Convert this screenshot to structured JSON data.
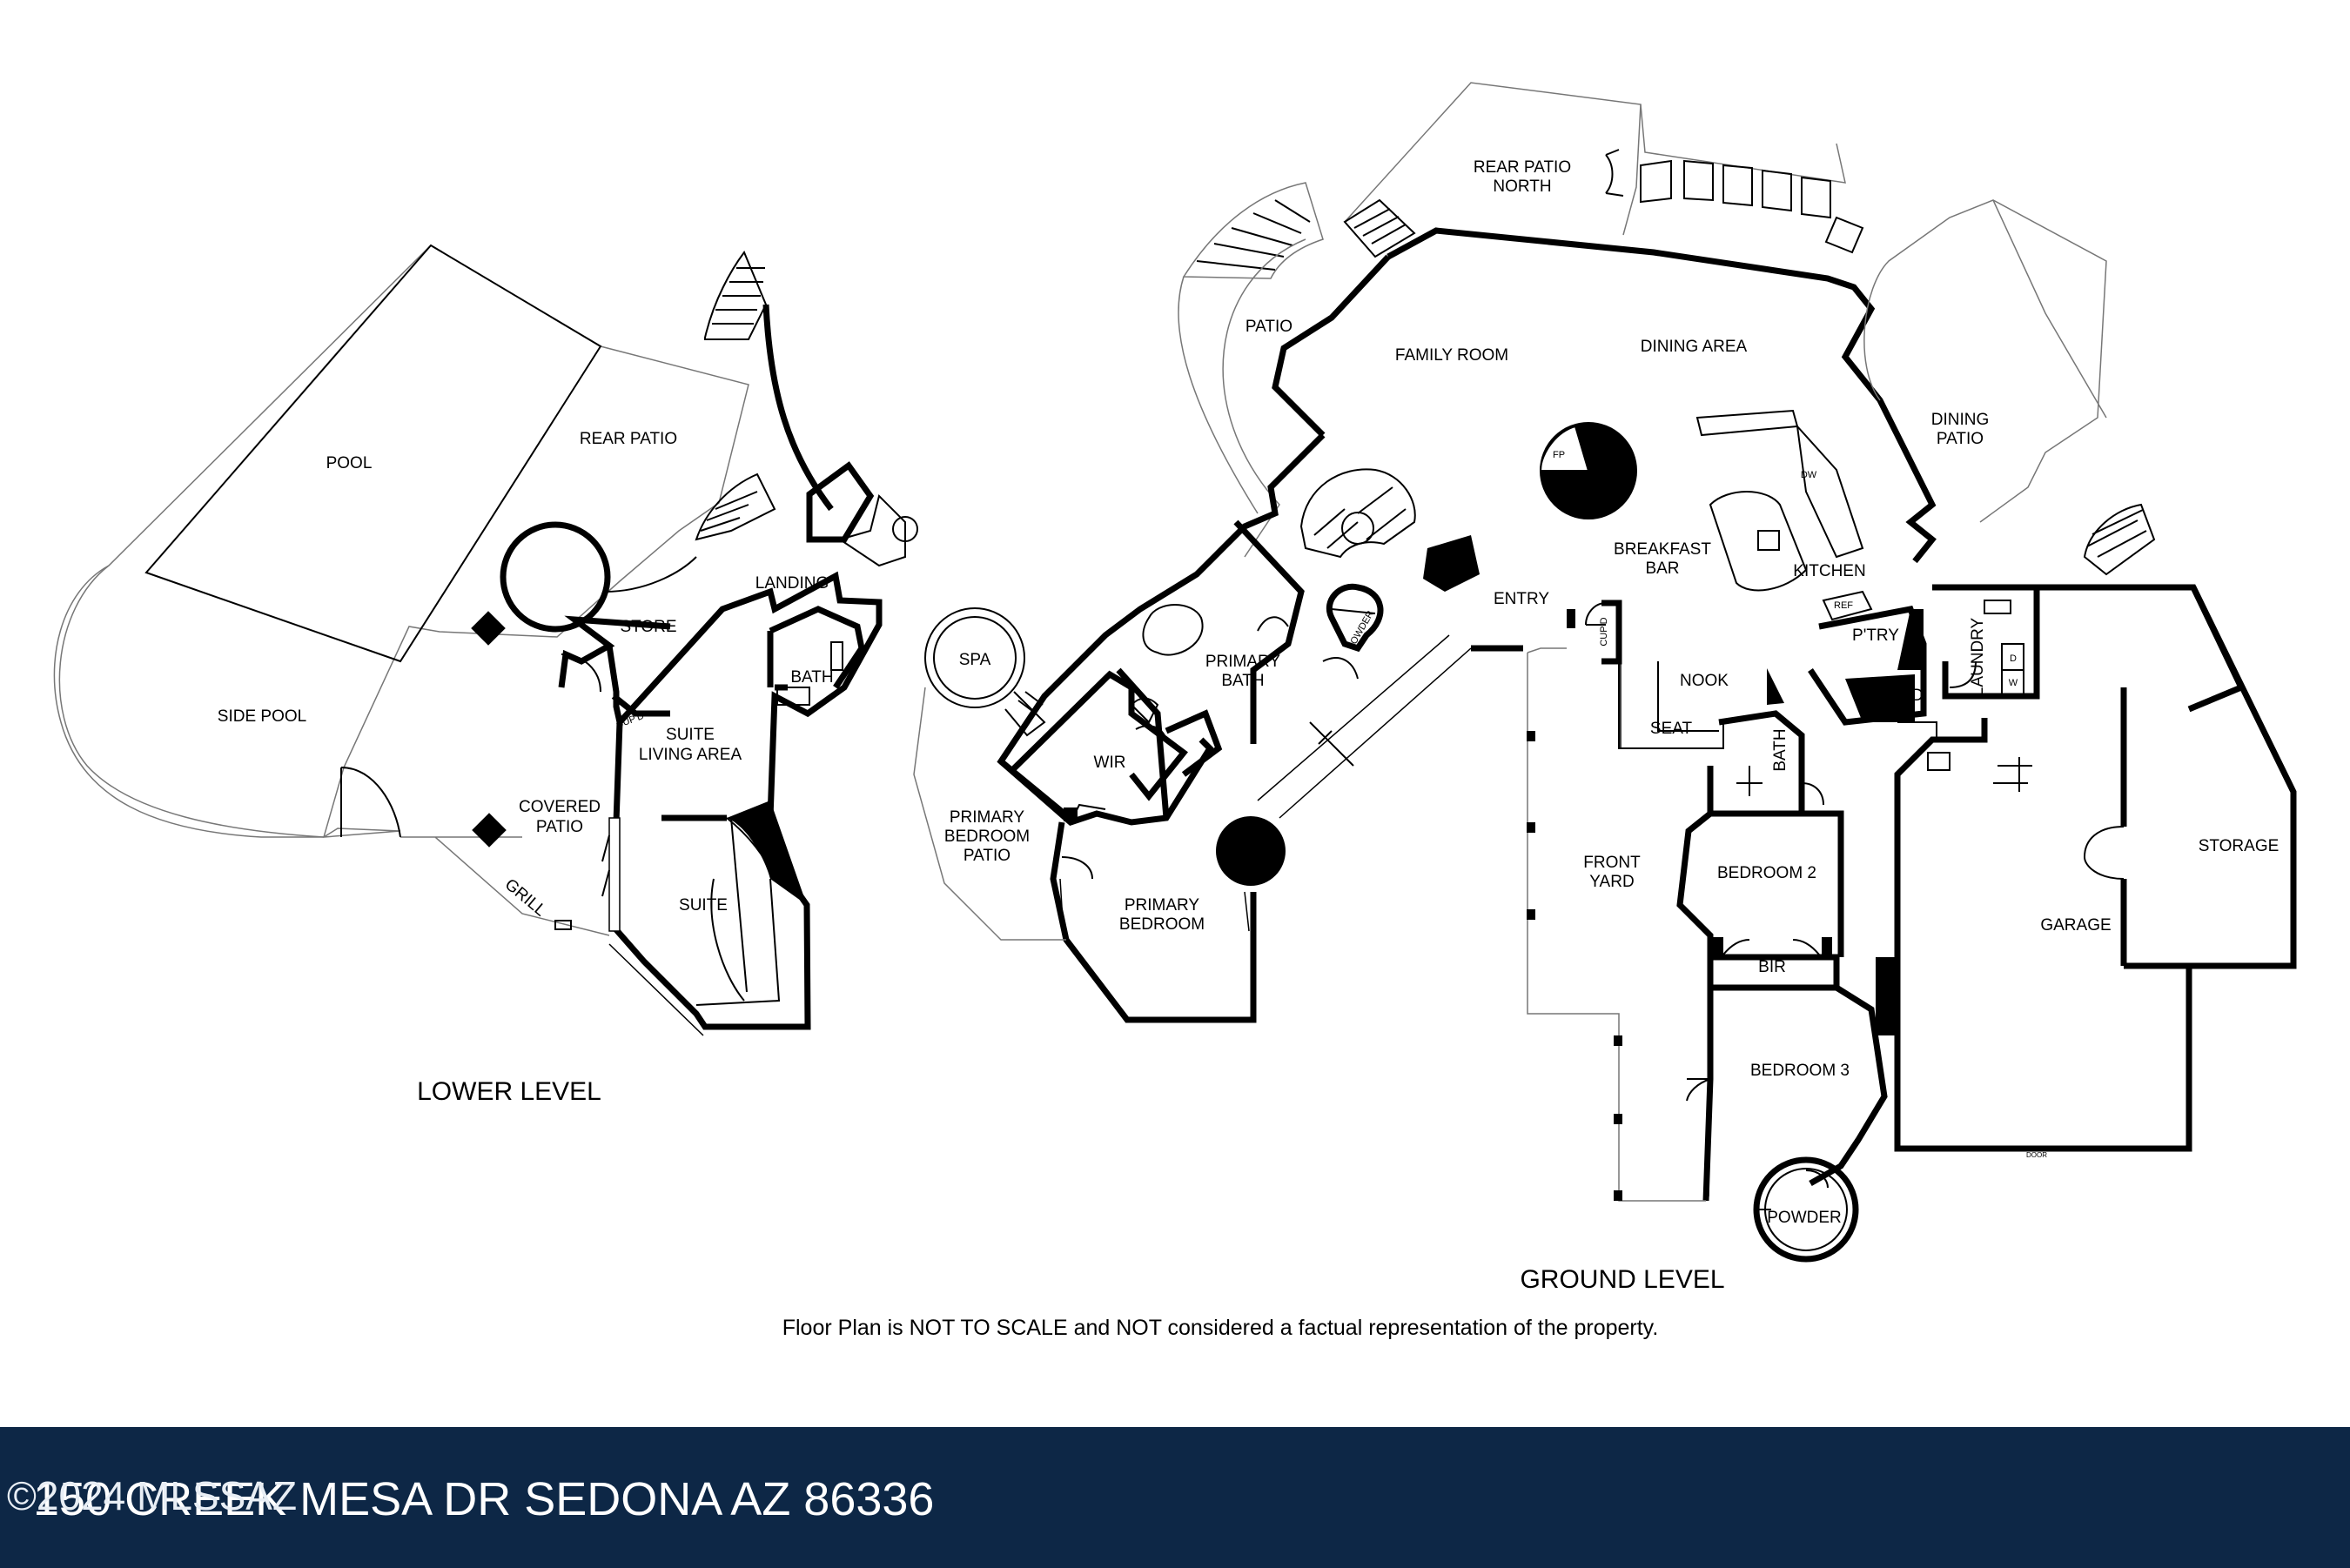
{
  "lower_level": {
    "title": "LOWER LEVEL",
    "rooms": {
      "pool": "POOL",
      "rear_patio": "REAR PATIO",
      "side_pool": "SIDE POOL",
      "store": "STORE",
      "landing": "LANDING",
      "bath": "BATH",
      "suite_living_1": "SUITE",
      "suite_living_2": "LIVING AREA",
      "covered_patio_1": "COVERED",
      "covered_patio_2": "PATIO",
      "grill": "GRILL",
      "suite": "SUITE",
      "cupd": "CUP'D"
    }
  },
  "ground_level": {
    "title": "GROUND LEVEL",
    "rooms": {
      "rear_patio_north_1": "REAR PATIO",
      "rear_patio_north_2": "NORTH",
      "patio": "PATIO",
      "family_room": "FAMILY ROOM",
      "dining_area": "DINING AREA",
      "dining_patio_1": "DINING",
      "dining_patio_2": "PATIO",
      "fp": "FP",
      "dw": "DW",
      "breakfast_bar_1": "BREAKFAST",
      "breakfast_bar_2": "BAR",
      "kitchen": "KITCHEN",
      "ref": "REF",
      "entry": "ENTRY",
      "cupd_entry": "CUP'D",
      "ptry": "P'TRY",
      "laundry": "LAUNDRY",
      "d": "D",
      "w": "W",
      "cupd_kitchen": "CUP'D",
      "nook": "NOOK",
      "seat": "SEAT",
      "bath": "BATH",
      "spa": "SPA",
      "primary_bath_1": "PRIMARY",
      "primary_bath_2": "BATH",
      "powder_small": "POWDER",
      "wir": "WIR",
      "primary_bedroom_patio_1": "PRIMARY",
      "primary_bedroom_patio_2": "BEDROOM",
      "primary_bedroom_patio_3": "PATIO",
      "primary_bedroom_1": "PRIMARY",
      "primary_bedroom_2": "BEDROOM",
      "front_yard_1": "FRONT",
      "front_yard_2": "YARD",
      "bedroom_2": "BEDROOM 2",
      "bir": "BIR",
      "bedroom_3": "BEDROOM 3",
      "powder": "POWDER",
      "garage": "GARAGE",
      "storage": "STORAGE",
      "door": "DOOR"
    }
  },
  "disclaimer": "Floor Plan is NOT TO SCALE and NOT considered a factual representation of the property.",
  "footer": {
    "address": "150 CREEK MESA DR SEDONA AZ 86336",
    "copyright": "©2024 MLSSAZ",
    "background": "#0d2746"
  }
}
